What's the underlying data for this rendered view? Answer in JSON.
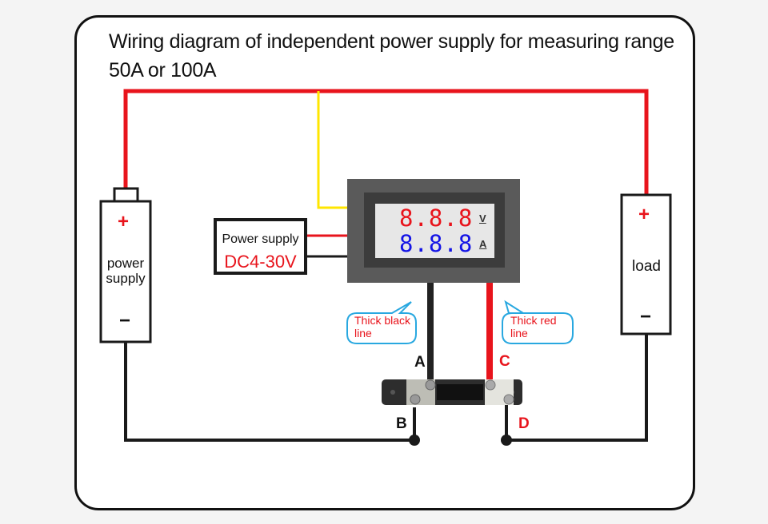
{
  "title": "Wiring diagram of independent power supply for measuring range 50A or 100A",
  "colors": {
    "positive_wire": "#e8141c",
    "negative_wire": "#1a1a1a",
    "signal_wire": "#ffe600",
    "voltage_digits": "#e8141c",
    "current_digits": "#1414e6",
    "callout_border": "#29a8e0",
    "callout_text": "#e8141c"
  },
  "power_supply_battery": {
    "label": "power supply",
    "positive": "+",
    "negative": "−"
  },
  "load": {
    "label": "load",
    "positive": "+",
    "negative": "−"
  },
  "aux_power_supply": {
    "title": "Power supply",
    "voltage": "DC4-30V"
  },
  "meter": {
    "voltage_reading": "8.8.8",
    "voltage_unit": "V",
    "current_reading": "8.8.8",
    "current_unit": "A"
  },
  "callouts": {
    "black": "Thick black line",
    "red": "Thick red line"
  },
  "terminals": {
    "a": "A",
    "b": "B",
    "c": "C",
    "d": "D"
  },
  "icons": {
    "shunt": "shunt-resistor-icon",
    "meter": "digital-volt-ammeter-icon"
  }
}
